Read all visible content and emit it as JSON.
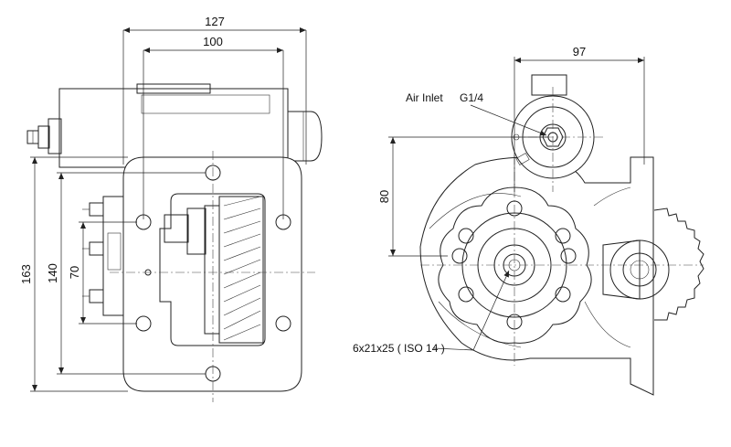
{
  "left_view": {
    "dim_width_outer": "127",
    "dim_width_inner": "100",
    "dim_height_outer": "163",
    "dim_height_mid": "140",
    "dim_height_inner": "70"
  },
  "right_view": {
    "dim_offset_width": "97",
    "dim_offset_height": "80",
    "label_air_inlet": "Air Inlet",
    "label_thread": "G1/4",
    "label_spline": "6x21x25 ( ISO 14 )"
  }
}
